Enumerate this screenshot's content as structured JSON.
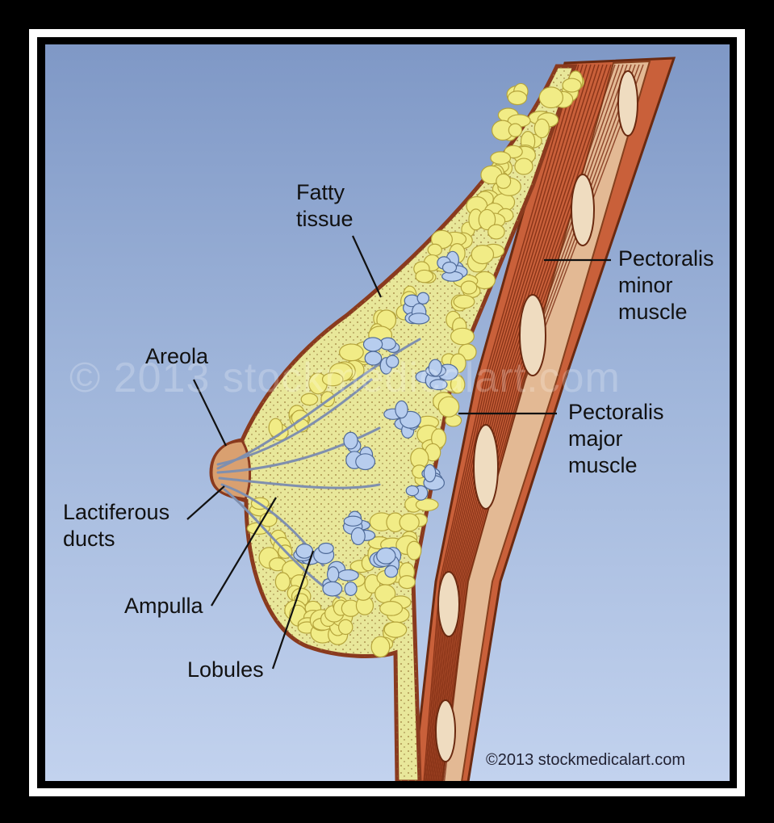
{
  "labels": {
    "fatty_tissue": [
      "Fatty",
      "tissue"
    ],
    "areola": "Areola",
    "lactiferous_ducts": [
      "Lactiferous",
      "ducts"
    ],
    "ampulla": "Ampulla",
    "lobules": "Lobules",
    "pectoralis_minor": [
      "Pectoralis",
      "minor",
      "muscle"
    ],
    "pectoralis_major": [
      "Pectoralis",
      "major",
      "muscle"
    ]
  },
  "watermark": "© 2013 stockmedicalart.com",
  "copyright": "©2013 stockmedicalart.com",
  "colors": {
    "background_top": "#7f98c6",
    "background_bottom": "#c2d2ee",
    "fat": "#e4e28a",
    "muscle": "#c45a30",
    "skin": "#d08a5a",
    "lobule": "#a9c4e8"
  }
}
